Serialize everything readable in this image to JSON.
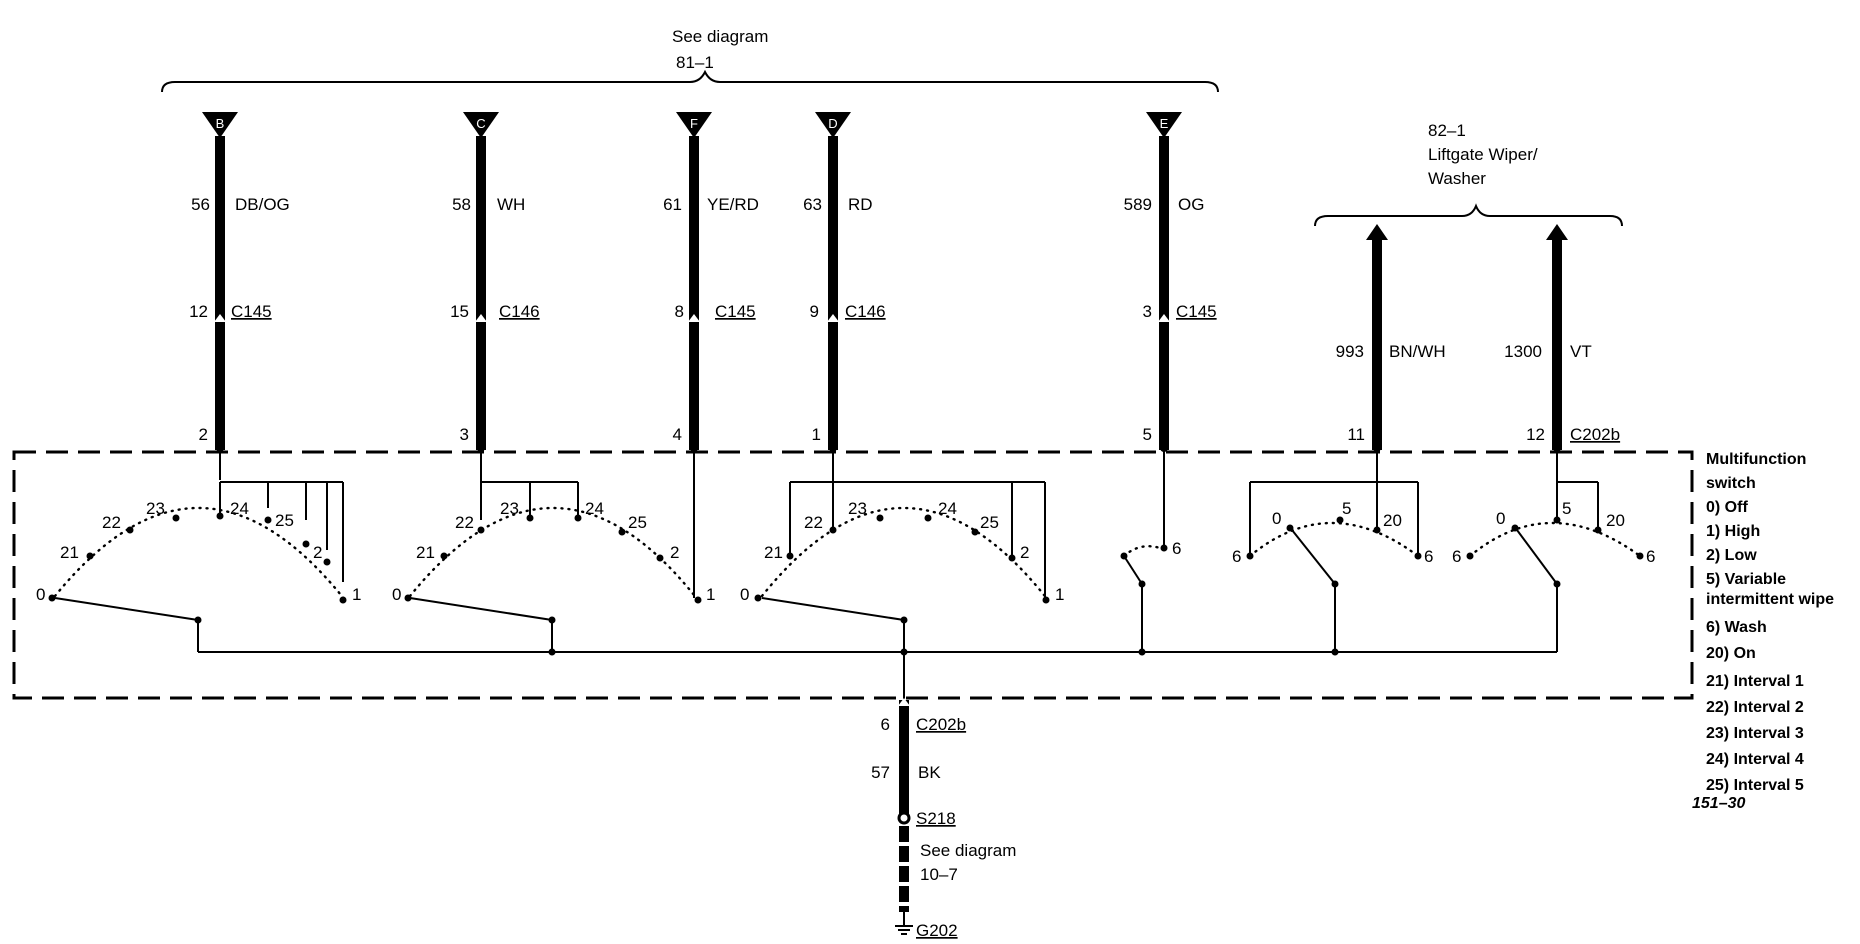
{
  "top_reference": {
    "line1": "See diagram",
    "line2": "81–1"
  },
  "right_reference": {
    "line1": "82–1",
    "line2": "Liftgate Wiper/",
    "line3": "Washer"
  },
  "top_wires": [
    {
      "terminal": "B",
      "circuit": "56",
      "color": "DB/OG",
      "pin": "12",
      "connector": "C145",
      "switch_pin": "2"
    },
    {
      "terminal": "C",
      "circuit": "58",
      "color": "WH",
      "pin": "15",
      "connector": "C146",
      "switch_pin": "3"
    },
    {
      "terminal": "F",
      "circuit": "61",
      "color": "YE/RD",
      "pin": "8",
      "connector": "C145",
      "switch_pin": "4"
    },
    {
      "terminal": "D",
      "circuit": "63",
      "color": "RD",
      "pin": "9",
      "connector": "C146",
      "switch_pin": "1"
    },
    {
      "terminal": "E",
      "circuit": "589",
      "color": "OG",
      "pin": "3",
      "connector": "C145",
      "switch_pin": "5"
    }
  ],
  "right_wires": [
    {
      "circuit": "993",
      "color": "BN/WH",
      "switch_pin": "11"
    },
    {
      "circuit": "1300",
      "color": "VT",
      "switch_pin": "12",
      "connector": "C202b"
    }
  ],
  "switch_positions": {
    "sw1": [
      "0",
      "21",
      "22",
      "23",
      "24",
      "25",
      "2",
      "1"
    ],
    "sw2": [
      "0",
      "21",
      "22",
      "23",
      "24",
      "25",
      "2",
      "1"
    ],
    "sw3": [
      "0",
      "21",
      "22",
      "23",
      "24",
      "25",
      "2",
      "1"
    ],
    "sw4": [
      "6"
    ],
    "sw5": [
      "6",
      "0",
      "5",
      "20",
      "6"
    ],
    "sw6": [
      "6",
      "0",
      "5",
      "20",
      "6"
    ]
  },
  "legend": {
    "title1": "Multifunction",
    "title2": "switch",
    "items": [
      "0) Off",
      "1) High",
      "2) Low",
      "5) Variable",
      "intermittent wipe",
      "6) Wash",
      "20) On",
      "21) Interval 1",
      "22) Interval 2",
      "23) Interval 3",
      "24) Interval 4",
      "25) Interval 5"
    ],
    "page_ref": "151–30"
  },
  "ground": {
    "pin": "6",
    "connector": "C202b",
    "circuit": "57",
    "color": "BK",
    "splice": "S218",
    "ref_line1": "See diagram",
    "ref_line2": "10–7",
    "ground_id": "G202"
  }
}
